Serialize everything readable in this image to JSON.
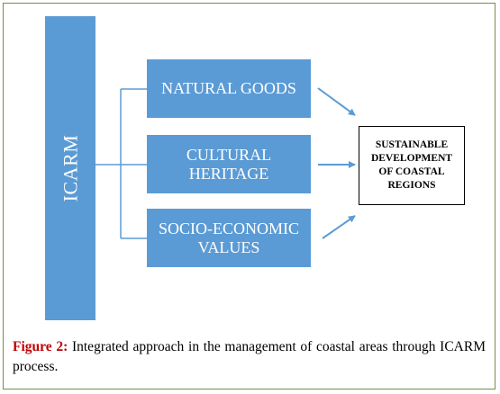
{
  "diagram": {
    "source": {
      "label": "ICARM"
    },
    "components": [
      {
        "label": "NATURAL GOODS"
      },
      {
        "label": "CULTURAL HERITAGE"
      },
      {
        "label": "SOCIO-ECONOMIC VALUES"
      }
    ],
    "target": {
      "label": "SUSTAINABLE DEVELOPMENT OF COASTAL REGIONS"
    },
    "colors": {
      "box_fill": "#5b9bd5",
      "box_text": "#ffffff",
      "arrow": "#5b9bd5",
      "frame_border": "#7a8b4a",
      "caption_label": "#c00000"
    }
  },
  "caption": {
    "label": "Figure 2:",
    "text": "Integrated approach in the management of coastal areas through ICARM process."
  }
}
